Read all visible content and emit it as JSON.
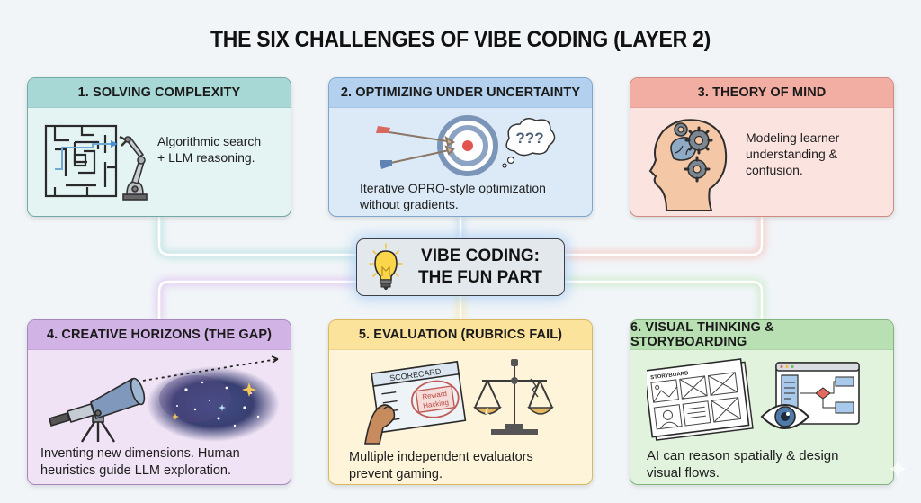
{
  "title": "THE SIX CHALLENGES OF VIBE CODING (LAYER 2)",
  "center": {
    "icon": "lightbulb-icon",
    "line1": "VIBE CODING:",
    "line2": "THE FUN PART"
  },
  "colors": {
    "background": "#f1f5f8",
    "card1": "#a8d8d5",
    "card2": "#b3d0ee",
    "card3": "#f3aea4",
    "card4": "#d2b3e5",
    "card5": "#fbe39c",
    "card6": "#b9e0b3"
  },
  "cards": [
    {
      "title": "1. SOLVING COMPLEXITY",
      "icon": "maze-robot-arm-icon",
      "text_line1": "Algorithmic search",
      "text_line2": "+ LLM reasoning."
    },
    {
      "title": "2. OPTIMIZING UNDER UNCERTAINTY",
      "icon": "target-arrows-thought-bubble-icon",
      "bubble_text": "???",
      "text_line1": "Iterative OPRO-style optimization",
      "text_line2": "without gradients."
    },
    {
      "title": "3. THEORY OF MIND",
      "icon": "head-gears-brain-icon",
      "text_line1": "Modeling learner",
      "text_line2": "understanding &",
      "text_line3": "confusion."
    },
    {
      "title": "4. CREATIVE HORIZONS (THE GAP)",
      "icon": "telescope-galaxy-icon",
      "text_line1": "Inventing new dimensions. Human",
      "text_line2": "heuristics guide LLM exploration."
    },
    {
      "title": "5. EVALUATION (RUBRICS FAIL)",
      "icon": "scorecard-broken-scale-icon",
      "scorecard_label": "SCORECARD",
      "stamp_line1": "Reward",
      "stamp_line2": "Hacking",
      "text_line1": "Multiple independent evaluators",
      "text_line2": "prevent gaming."
    },
    {
      "title": "6. VISUAL THINKING & STORYBOARDING",
      "icon": "storyboard-eye-flowchart-icon",
      "storyboard_label": "STORYBOARD",
      "text_line1": "AI can reason spatially & design",
      "text_line2": "visual flows."
    }
  ]
}
